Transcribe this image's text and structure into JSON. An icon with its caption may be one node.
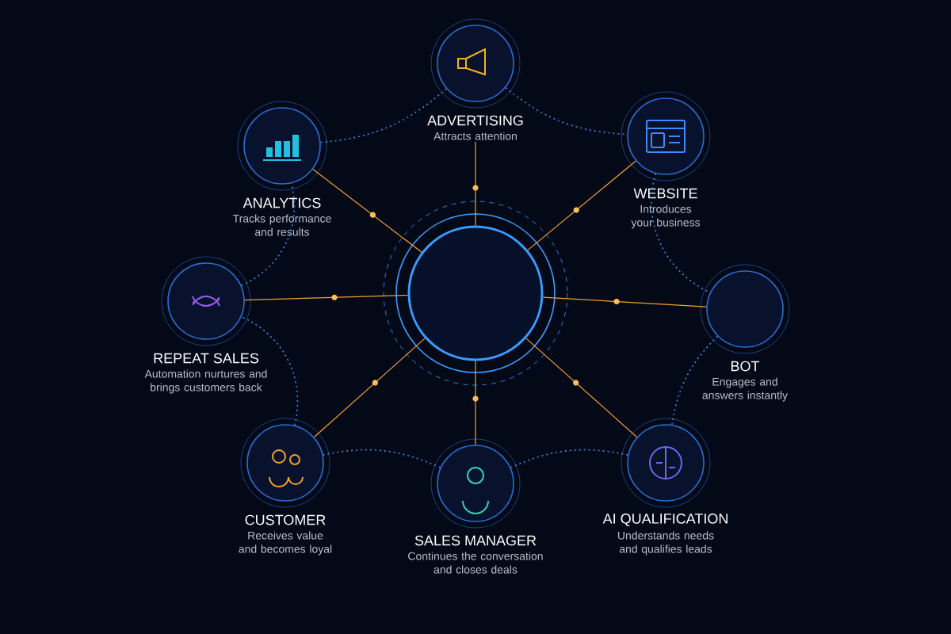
{
  "diagram": {
    "nodes": [
      {
        "text": [],
        "shape": "circle"
      },
      {
        "text": [
          "ADVERTISING",
          "Attracts attention"
        ]
      },
      {
        "text": [
          "ANALYTICS",
          "Tracks performance and results"
        ]
      },
      {
        "text": [
          "WEBSITE",
          "Introduces your business"
        ]
      },
      {
        "text": [
          "REPEAT SALES",
          "Automation nurtures and brings customers back"
        ]
      },
      {
        "text": [
          "BOT",
          "Engages and answers instantly"
        ]
      },
      {
        "text": [
          "CUSTOMER",
          "Receives value and becomes loyal"
        ]
      },
      {
        "text": [
          "AI QUALIFICATION",
          "Understands needs and qualifies leads"
        ]
      },
      {
        "text": [
          "SALES MANAGER",
          "Continues the conversation and closes deals"
        ]
      }
    ],
    "edges": [
      {
        "from": 0,
        "to": 1,
        "arrow": "none",
        "color": "#f0a030"
      },
      {
        "from": 0,
        "to": 2,
        "arrow": "none",
        "color": "#f0a030"
      },
      {
        "from": 0,
        "to": 3,
        "arrow": "none",
        "color": "#f0a030"
      },
      {
        "from": 0,
        "to": 4,
        "arrow": "none",
        "color": "#f0a030"
      },
      {
        "from": 0,
        "to": 5,
        "arrow": "none",
        "color": "#f0a030"
      },
      {
        "from": 0,
        "to": 6,
        "arrow": "none",
        "color": "#f0a030"
      },
      {
        "from": 0,
        "to": 7,
        "arrow": "none",
        "color": "#f0a030"
      },
      {
        "from": 0,
        "to": 8,
        "arrow": "none",
        "color": "#f0a030"
      },
      {
        "from": 1,
        "to": 3,
        "arrow": "none",
        "style": "dashed",
        "color": "#2f8ff0"
      },
      {
        "from": 3,
        "to": 5,
        "arrow": "none",
        "style": "dashed",
        "color": "#2f8ff0"
      },
      {
        "from": 5,
        "to": 7,
        "arrow": "none",
        "style": "dashed",
        "color": "#2f8ff0"
      },
      {
        "from": 7,
        "to": 8,
        "arrow": "none",
        "style": "dashed",
        "color": "#2f8ff0"
      },
      {
        "from": 8,
        "to": 6,
        "arrow": "none",
        "style": "dashed",
        "color": "#2f8ff0"
      },
      {
        "from": 6,
        "to": 4,
        "arrow": "none",
        "style": "dashed",
        "color": "#2f8ff0"
      },
      {
        "from": 4,
        "to": 2,
        "arrow": "none",
        "style": "dashed",
        "color": "#2f8ff0"
      },
      {
        "from": 2,
        "to": 1,
        "arrow": "none",
        "style": "dashed",
        "color": "#2f8ff0"
      }
    ]
  }
}
